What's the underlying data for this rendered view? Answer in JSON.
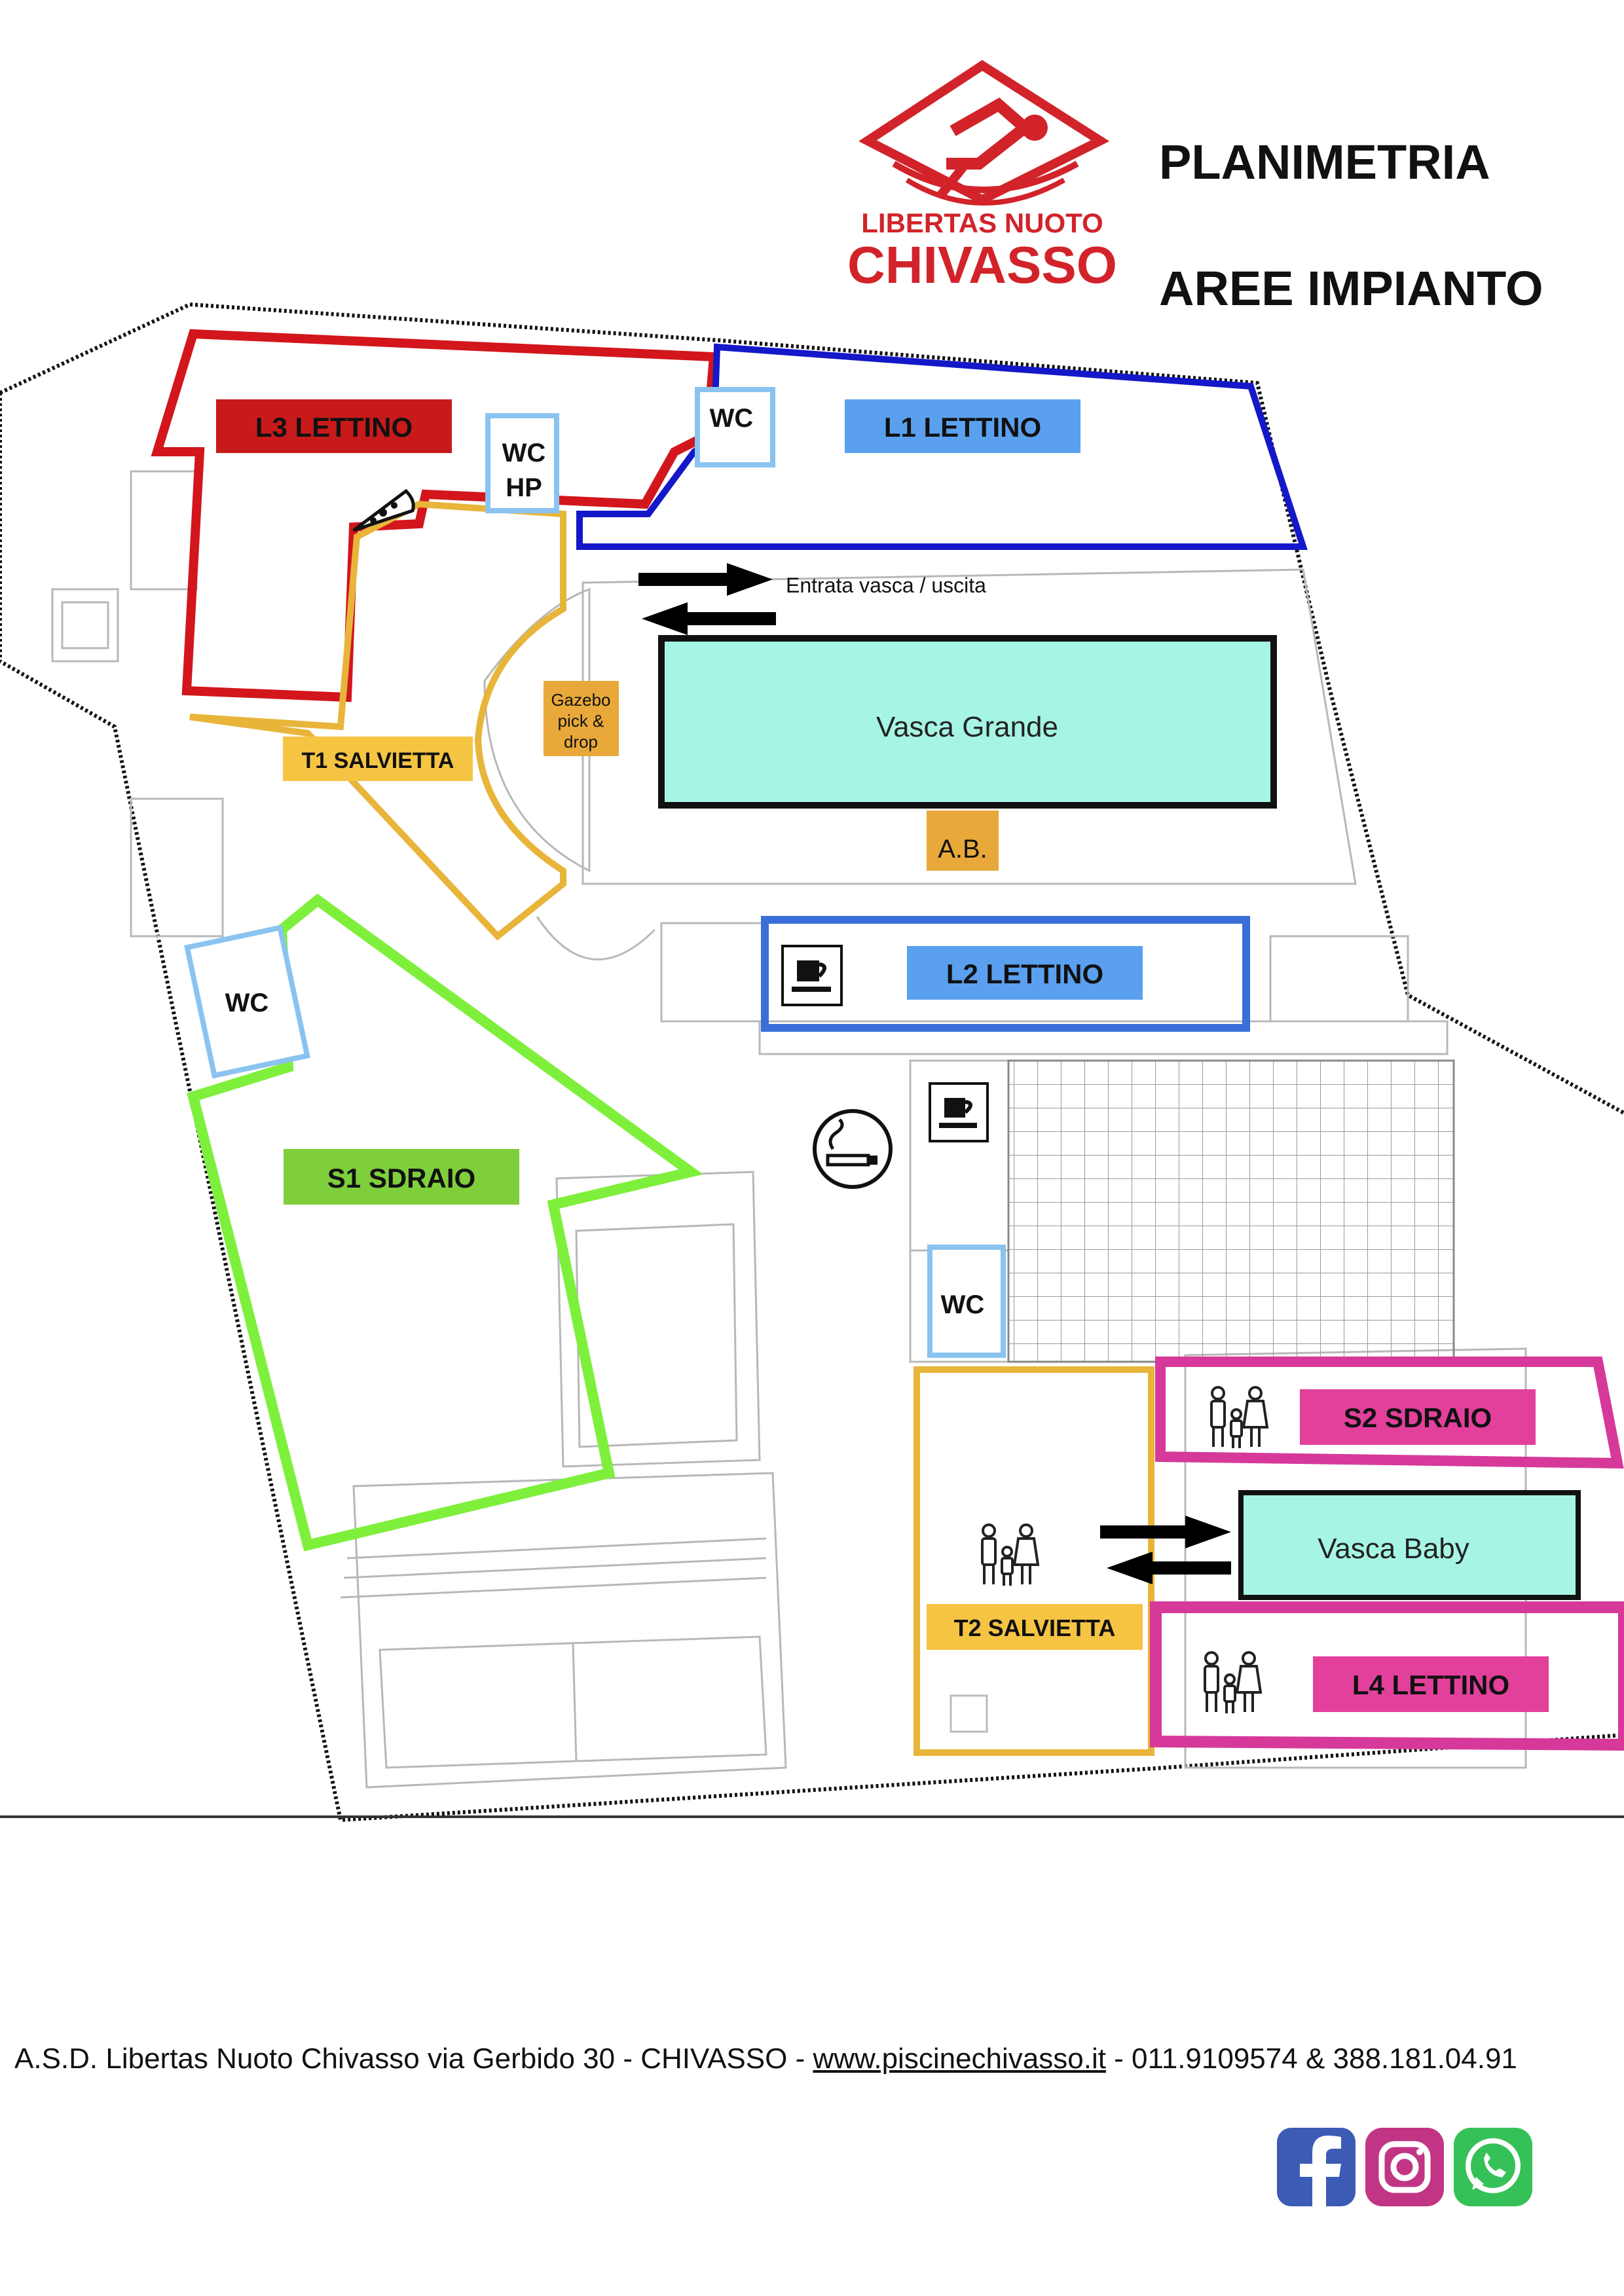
{
  "header": {
    "logo": {
      "brand_small": "LIBERTAS NUOTO",
      "brand_big": "CHIVASSO",
      "color": "#d2232a"
    },
    "title_line1": "PLANIMETRIA",
    "title_line2": "AREE IMPIANTO"
  },
  "colors": {
    "red": "#d2161c",
    "blue": "#1518c8",
    "yellow": "#e8b53a",
    "green": "#7ef03c",
    "pink": "#d6399a",
    "pool": "#a6f5e4",
    "label_blue": "#5aa0ef",
    "label_green": "#7fcf3d",
    "label_yellow": "#f5c443",
    "label_pink": "#e3409c",
    "label_red": "#c81a1a",
    "ab_orange": "#e8a93a",
    "wc_border": "#8ac3f0"
  },
  "areas": {
    "l3": "L3 LETTINO",
    "l1": "L1 LETTINO",
    "l2": "L2 LETTINO",
    "l4": "L4 LETTINO",
    "t1": "T1 SALVIETTA",
    "t2": "T2 SALVIETTA",
    "s1": "S1 SDRAIO",
    "s2": "S2 SDRAIO"
  },
  "facilities": {
    "wc": "WC",
    "wc_hp_line1": "WC",
    "wc_hp_line2": "HP",
    "gazebo_line1": "Gazebo",
    "gazebo_line2": "pick &",
    "gazebo_line3": "drop",
    "ab": "A.B.",
    "entrance": "Entrata vasca / uscita"
  },
  "pools": {
    "grande": "Vasca Grande",
    "baby": "Vasca Baby"
  },
  "icons": [
    "pizza-icon",
    "coffee-icon",
    "smoking-area-icon",
    "family-icon",
    "facebook-icon",
    "instagram-icon",
    "whatsapp-icon"
  ],
  "footer": {
    "prefix": "A.S.D. Libertas Nuoto Chivasso  via Gerbido 30 - CHIVASSO - ",
    "website": "www.piscinechivasso.it",
    "suffix": " - 011.9109574 & 388.181.04.91"
  }
}
